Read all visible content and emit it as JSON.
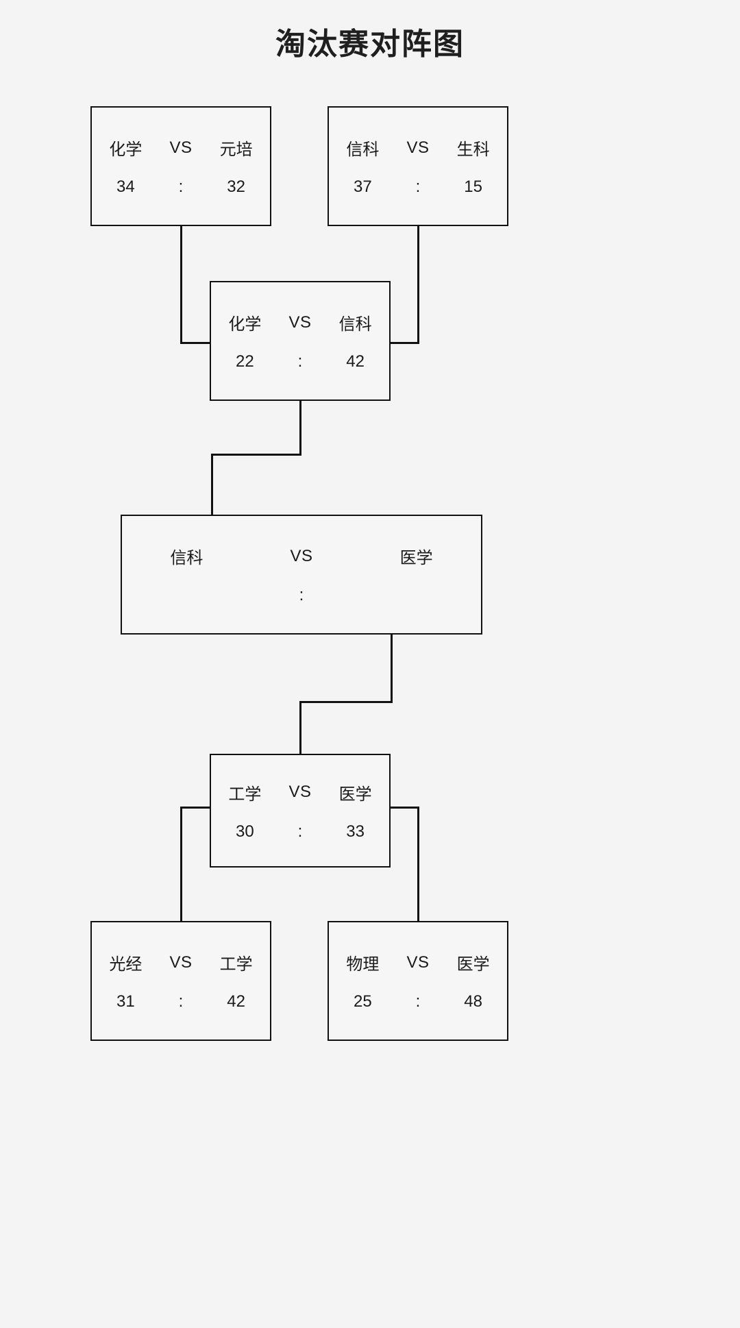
{
  "title": "淘汰赛对阵图",
  "colors": {
    "background": "#f4f4f4",
    "box_fill": "#f6f6f6",
    "line": "#111111",
    "text": "#1a1a1a"
  },
  "labels": {
    "vs": "VS",
    "colon": ":"
  },
  "bracket": {
    "matches": [
      {
        "id": "qf-1",
        "round": "quarterfinal",
        "team_left": "化学",
        "team_right": "元培",
        "score_left": "34",
        "score_right": "32",
        "separator": ":",
        "vs": "VS"
      },
      {
        "id": "qf-2",
        "round": "quarterfinal",
        "team_left": "信科",
        "team_right": "生科",
        "score_left": "37",
        "score_right": "15",
        "separator": ":",
        "vs": "VS"
      },
      {
        "id": "sf-upper",
        "round": "semifinal",
        "team_left": "化学",
        "team_right": "信科",
        "score_left": "22",
        "score_right": "42",
        "separator": ":",
        "vs": "VS"
      },
      {
        "id": "final",
        "round": "final",
        "team_left": "信科",
        "team_right": "医学",
        "score_left": "",
        "score_right": "",
        "separator": ":",
        "vs": "VS"
      },
      {
        "id": "sf-lower",
        "round": "semifinal",
        "team_left": "工学",
        "team_right": "医学",
        "score_left": "30",
        "score_right": "33",
        "separator": ":",
        "vs": "VS"
      },
      {
        "id": "qf-3",
        "round": "quarterfinal",
        "team_left": "光经",
        "team_right": "工学",
        "score_left": "31",
        "score_right": "42",
        "separator": ":",
        "vs": "VS"
      },
      {
        "id": "qf-4",
        "round": "quarterfinal",
        "team_left": "物理",
        "team_right": "医学",
        "score_left": "25",
        "score_right": "48",
        "separator": ":",
        "vs": "VS"
      }
    ]
  }
}
